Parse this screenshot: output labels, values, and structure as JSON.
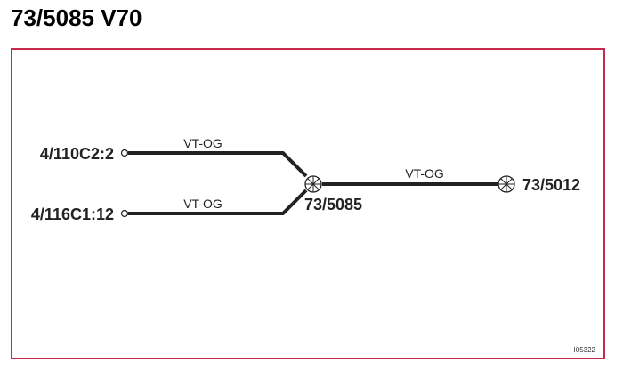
{
  "title": "73/5085 V70",
  "connectors": {
    "left_top": "4/110C2:2",
    "left_bottom": "4/116C1:12",
    "splice": "73/5085",
    "right": "73/5012"
  },
  "wires": {
    "top": "VT-OG",
    "bottom": "VT-OG",
    "right": "VT-OG"
  },
  "figure_code": "I05322",
  "colors": {
    "frame": "#c8294b",
    "wire": "#222222"
  }
}
